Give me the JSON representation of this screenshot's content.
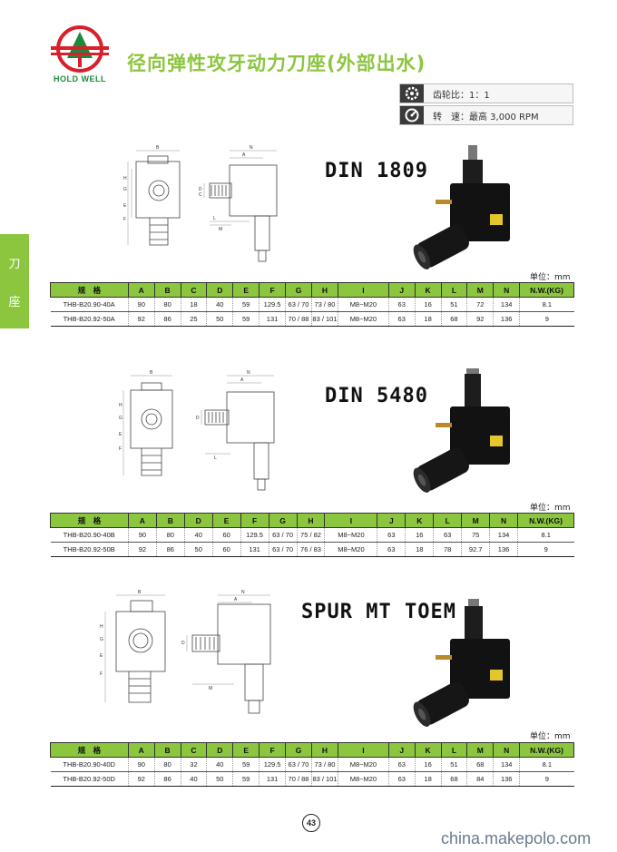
{
  "header": {
    "brand": "HOLD WELL",
    "title": "径向弹性攻牙动力刀座(外部出水)",
    "specs": [
      {
        "label": "齿轮比：1：1",
        "icon": "gear-icon"
      },
      {
        "label": "转　速：最高 3,000 RPM",
        "icon": "speed-icon"
      }
    ]
  },
  "side_tab": {
    "line1": "刀",
    "line2": "座"
  },
  "columns_type1": [
    "规　格",
    "A",
    "B",
    "C",
    "D",
    "E",
    "F",
    "G",
    "H",
    "I",
    "J",
    "K",
    "L",
    "M",
    "N",
    "N.W.(KG)"
  ],
  "columns_type2": [
    "规　格",
    "A",
    "B",
    "D",
    "E",
    "F",
    "G",
    "H",
    "I",
    "J",
    "K",
    "L",
    "M",
    "N",
    "N.W.(KG)"
  ],
  "sections": [
    {
      "title": "DIN 1809",
      "unit": "单位：mm",
      "rows": [
        [
          "THB-B20.90-40A",
          "90",
          "80",
          "18",
          "40",
          "59",
          "129.5",
          "63 / 70",
          "73 / 80",
          "M8~M20",
          "63",
          "16",
          "51",
          "72",
          "134",
          "8.1"
        ],
        [
          "THB-B20.92-50A",
          "92",
          "86",
          "25",
          "50",
          "59",
          "131",
          "70 / 88",
          "83 / 101",
          "M8~M20",
          "63",
          "18",
          "68",
          "92",
          "136",
          "9"
        ]
      ]
    },
    {
      "title": "DIN 5480",
      "unit": "单位：mm",
      "rows": [
        [
          "THB-B20.90-40B",
          "90",
          "80",
          "40",
          "60",
          "129.5",
          "63 / 70",
          "75 / 82",
          "M8~M20",
          "63",
          "16",
          "63",
          "75",
          "134",
          "8.1"
        ],
        [
          "THB-B20.92-50B",
          "92",
          "86",
          "50",
          "60",
          "131",
          "63 / 70",
          "76 / 83",
          "M8~M20",
          "63",
          "18",
          "78",
          "92.7",
          "136",
          "9"
        ]
      ]
    },
    {
      "title": "SPUR MT TOEM",
      "unit": "单位：mm",
      "rows": [
        [
          "THB-B20.90-40D",
          "90",
          "80",
          "32",
          "40",
          "59",
          "129.5",
          "63 / 70",
          "73 / 80",
          "M8~M20",
          "63",
          "16",
          "51",
          "68",
          "134",
          "8.1"
        ],
        [
          "THB-B20.92-50D",
          "92",
          "86",
          "40",
          "50",
          "59",
          "131",
          "70 / 88",
          "83 / 101",
          "M8~M20",
          "63",
          "18",
          "68",
          "84",
          "136",
          "9"
        ]
      ]
    }
  ],
  "footer": {
    "page_number": "43",
    "watermark": "china.makepolo.com"
  },
  "colors": {
    "accent_green": "#8cc63f",
    "logo_red": "#d7202a",
    "logo_green": "#1c8a3a"
  }
}
